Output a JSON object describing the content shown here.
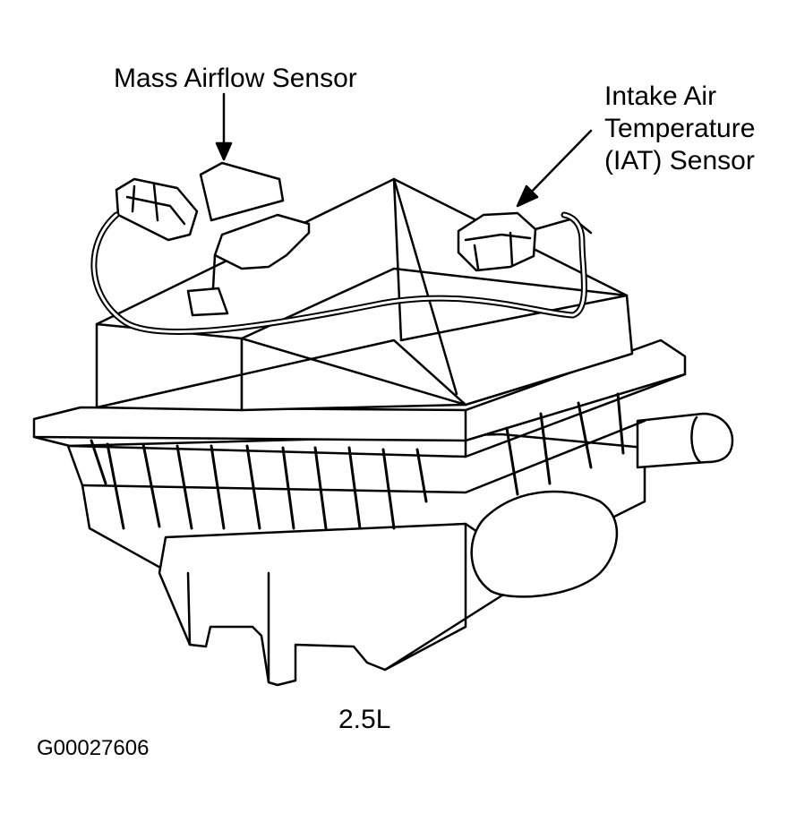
{
  "labels": {
    "maf_sensor": "Mass Airflow Sensor",
    "iat_sensor": [
      "Intake Air",
      "Temperature",
      "(IAT) Sensor"
    ],
    "engine": "2.5L",
    "figure_id": "G00027606"
  },
  "colors": {
    "line": "#000000",
    "fill": "#ffffff"
  }
}
